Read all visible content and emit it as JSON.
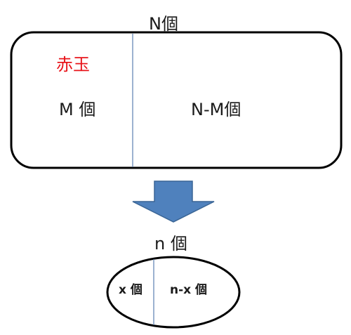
{
  "labels": {
    "total": "N個",
    "red_title": "赤玉",
    "red_count": "M 個",
    "other_count": "N-M個",
    "sample_total": "n 個",
    "sample_red": "x 個",
    "sample_other": "n-x 個"
  },
  "colors": {
    "red_text": "#e8141a",
    "arrow_fill": "#4f81bd",
    "arrow_stroke": "#3a6595",
    "divider": "#5b7fb0",
    "outline": "#000000"
  },
  "icons": {
    "arrow": "down-arrow-icon"
  }
}
